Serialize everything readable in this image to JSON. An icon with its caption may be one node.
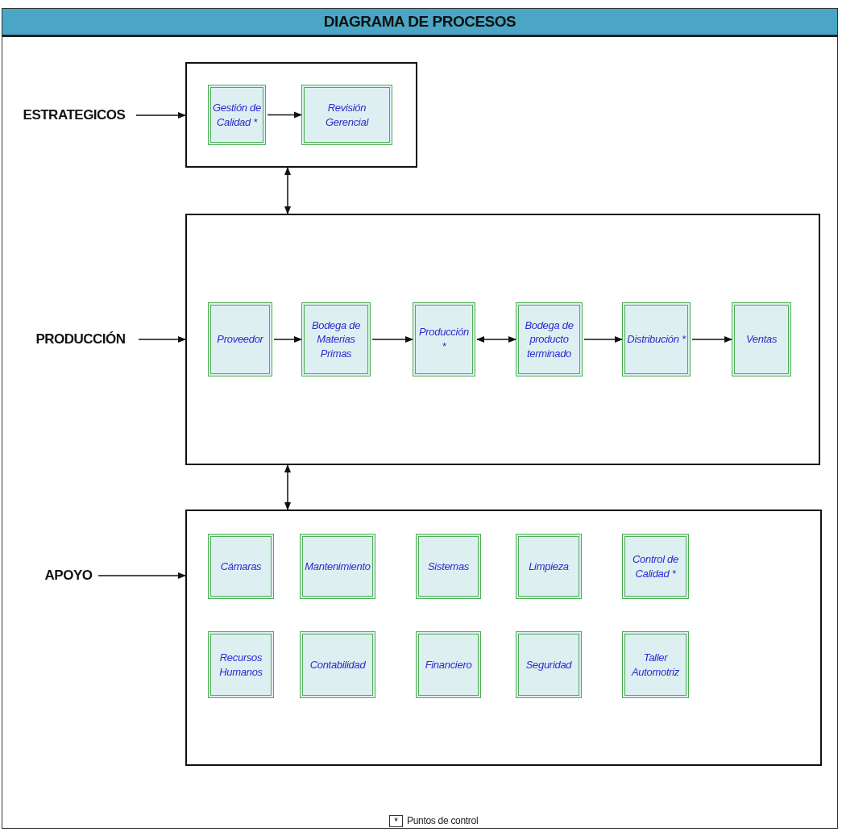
{
  "diagram": {
    "title": "DIAGRAMA DE PROCESOS",
    "nodes": [
      {
        "text": [
          "ESTRATEGICOS"
        ]
      },
      {
        "text": [],
        "shape": "box"
      },
      {
        "text": [
          "Gestión de Calidad *"
        ],
        "in": 1
      },
      {
        "text": [
          "Revisión Gerencial"
        ],
        "in": 1
      },
      {
        "text": [
          "PRODUCCIÓN"
        ]
      },
      {
        "text": [],
        "shape": "box"
      },
      {
        "text": [
          "Proveedor"
        ],
        "in": 5
      },
      {
        "text": [
          "Bodega de Materias Primas"
        ],
        "in": 5
      },
      {
        "text": [
          "Producción *"
        ],
        "in": 5
      },
      {
        "text": [
          "Bodega de producto terminado"
        ],
        "in": 5
      },
      {
        "text": [
          "Distribución *"
        ],
        "in": 5
      },
      {
        "text": [
          "Ventas"
        ],
        "in": 5
      },
      {
        "text": [
          "APOYO"
        ]
      },
      {
        "text": [],
        "shape": "box"
      },
      {
        "text": [
          "Cámaras"
        ],
        "in": 13
      },
      {
        "text": [
          "Mantenimiento"
        ],
        "in": 13
      },
      {
        "text": [
          "Sistemas"
        ],
        "in": 13
      },
      {
        "text": [
          "Limpieza"
        ],
        "in": 13
      },
      {
        "text": [
          "Control de Calidad *"
        ],
        "in": 13
      },
      {
        "text": [
          "Recursos Humanos"
        ],
        "in": 13
      },
      {
        "text": [
          "Contabilidad"
        ],
        "in": 13
      },
      {
        "text": [
          "Financiero"
        ],
        "in": 13
      },
      {
        "text": [
          "Seguridad"
        ],
        "in": 13
      },
      {
        "text": [
          "Taller Automotriz"
        ],
        "in": 13
      }
    ],
    "edges": [
      {
        "from": 0,
        "to": 1,
        "arrow": "to"
      },
      {
        "from": 2,
        "to": 3,
        "arrow": "to"
      },
      {
        "from": 1,
        "to": 5,
        "arrow": "both"
      },
      {
        "from": 4,
        "to": 5,
        "arrow": "to"
      },
      {
        "from": 6,
        "to": 7,
        "arrow": "to"
      },
      {
        "from": 7,
        "to": 8,
        "arrow": "to"
      },
      {
        "from": 8,
        "to": 9,
        "arrow": "both"
      },
      {
        "from": 9,
        "to": 10,
        "arrow": "to"
      },
      {
        "from": 10,
        "to": 11,
        "arrow": "to"
      },
      {
        "from": 5,
        "to": 13,
        "arrow": "both"
      },
      {
        "from": 12,
        "to": 13,
        "arrow": "to"
      }
    ],
    "labels": [
      "*"
    ],
    "legend": [
      {
        "text": "Puntos de control"
      }
    ]
  }
}
